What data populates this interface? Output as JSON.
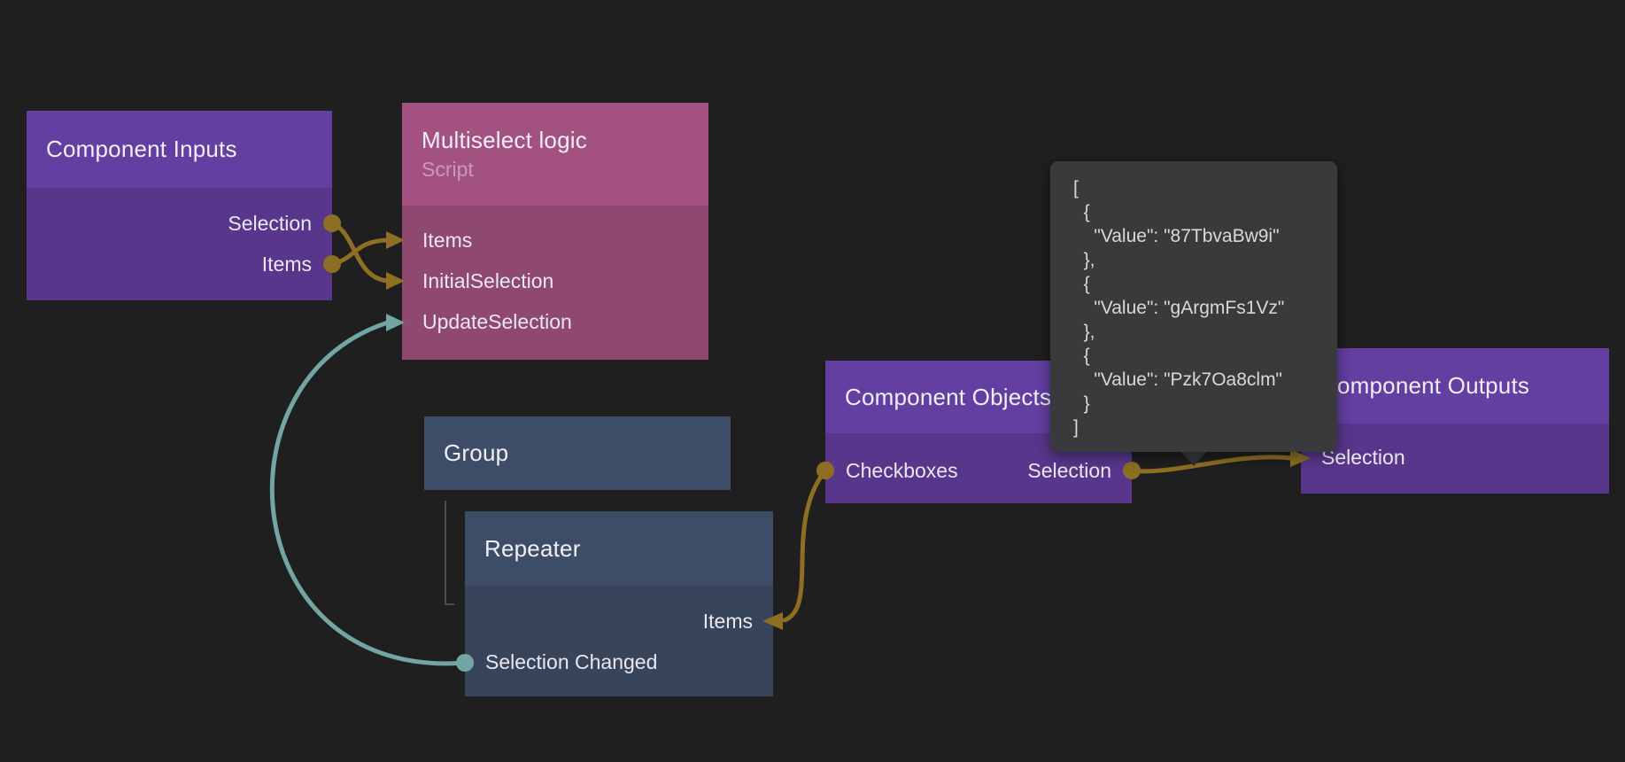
{
  "canvas": {
    "background": "#1f1f20"
  },
  "colors": {
    "wire_data_gold": "#8d6e22",
    "wire_event_teal": "#72a5a4",
    "purple_header": "#623fa0",
    "purple_body": "#58368b",
    "pink_header": "#a35180",
    "pink_body": "#8f486f",
    "slate_header": "#3d4d68",
    "slate_body": "#374459",
    "tooltip_background": "#3a3a3c",
    "hierarchy_line": "#4c4c4c"
  },
  "nodes": {
    "component_inputs": {
      "title": "Component Inputs",
      "ports": {
        "selection": "Selection",
        "items": "Items"
      }
    },
    "multiselect_logic": {
      "title": "Multiselect logic",
      "subtitle": "Script",
      "ports": {
        "items": "Items",
        "initial_selection": "InitialSelection",
        "update_selection": "UpdateSelection"
      }
    },
    "group": {
      "title": "Group"
    },
    "repeater": {
      "title": "Repeater",
      "ports": {
        "items": "Items",
        "selection_changed": "Selection Changed"
      }
    },
    "component_objects": {
      "title": "Component Objects",
      "ports": {
        "checkboxes": "Checkboxes",
        "selection": "Selection"
      }
    },
    "component_outputs": {
      "title": "Component Outputs",
      "ports": {
        "selection": "Selection"
      }
    }
  },
  "edges": [
    {
      "from": "Component Inputs.Selection",
      "to": "Multiselect logic.InitialSelection",
      "color": "gold"
    },
    {
      "from": "Component Inputs.Items",
      "to": "Multiselect logic.Items",
      "color": "gold"
    },
    {
      "from": "Repeater.Selection Changed",
      "to": "Multiselect logic.UpdateSelection",
      "color": "teal"
    },
    {
      "from": "Component Objects.Checkboxes",
      "to": "Repeater.Items",
      "color": "gold"
    },
    {
      "from": "Component Objects.Selection",
      "to": "Component Outputs.Selection",
      "color": "gold"
    }
  ],
  "tooltip": {
    "json_text": "[\n  {\n    \"Value\": \"87TbvaBw9i\"\n  },\n  {\n    \"Value\": \"gArgmFs1Vz\"\n  },\n  {\n    \"Value\": \"Pzk7Oa8clm\"\n  }\n]"
  }
}
